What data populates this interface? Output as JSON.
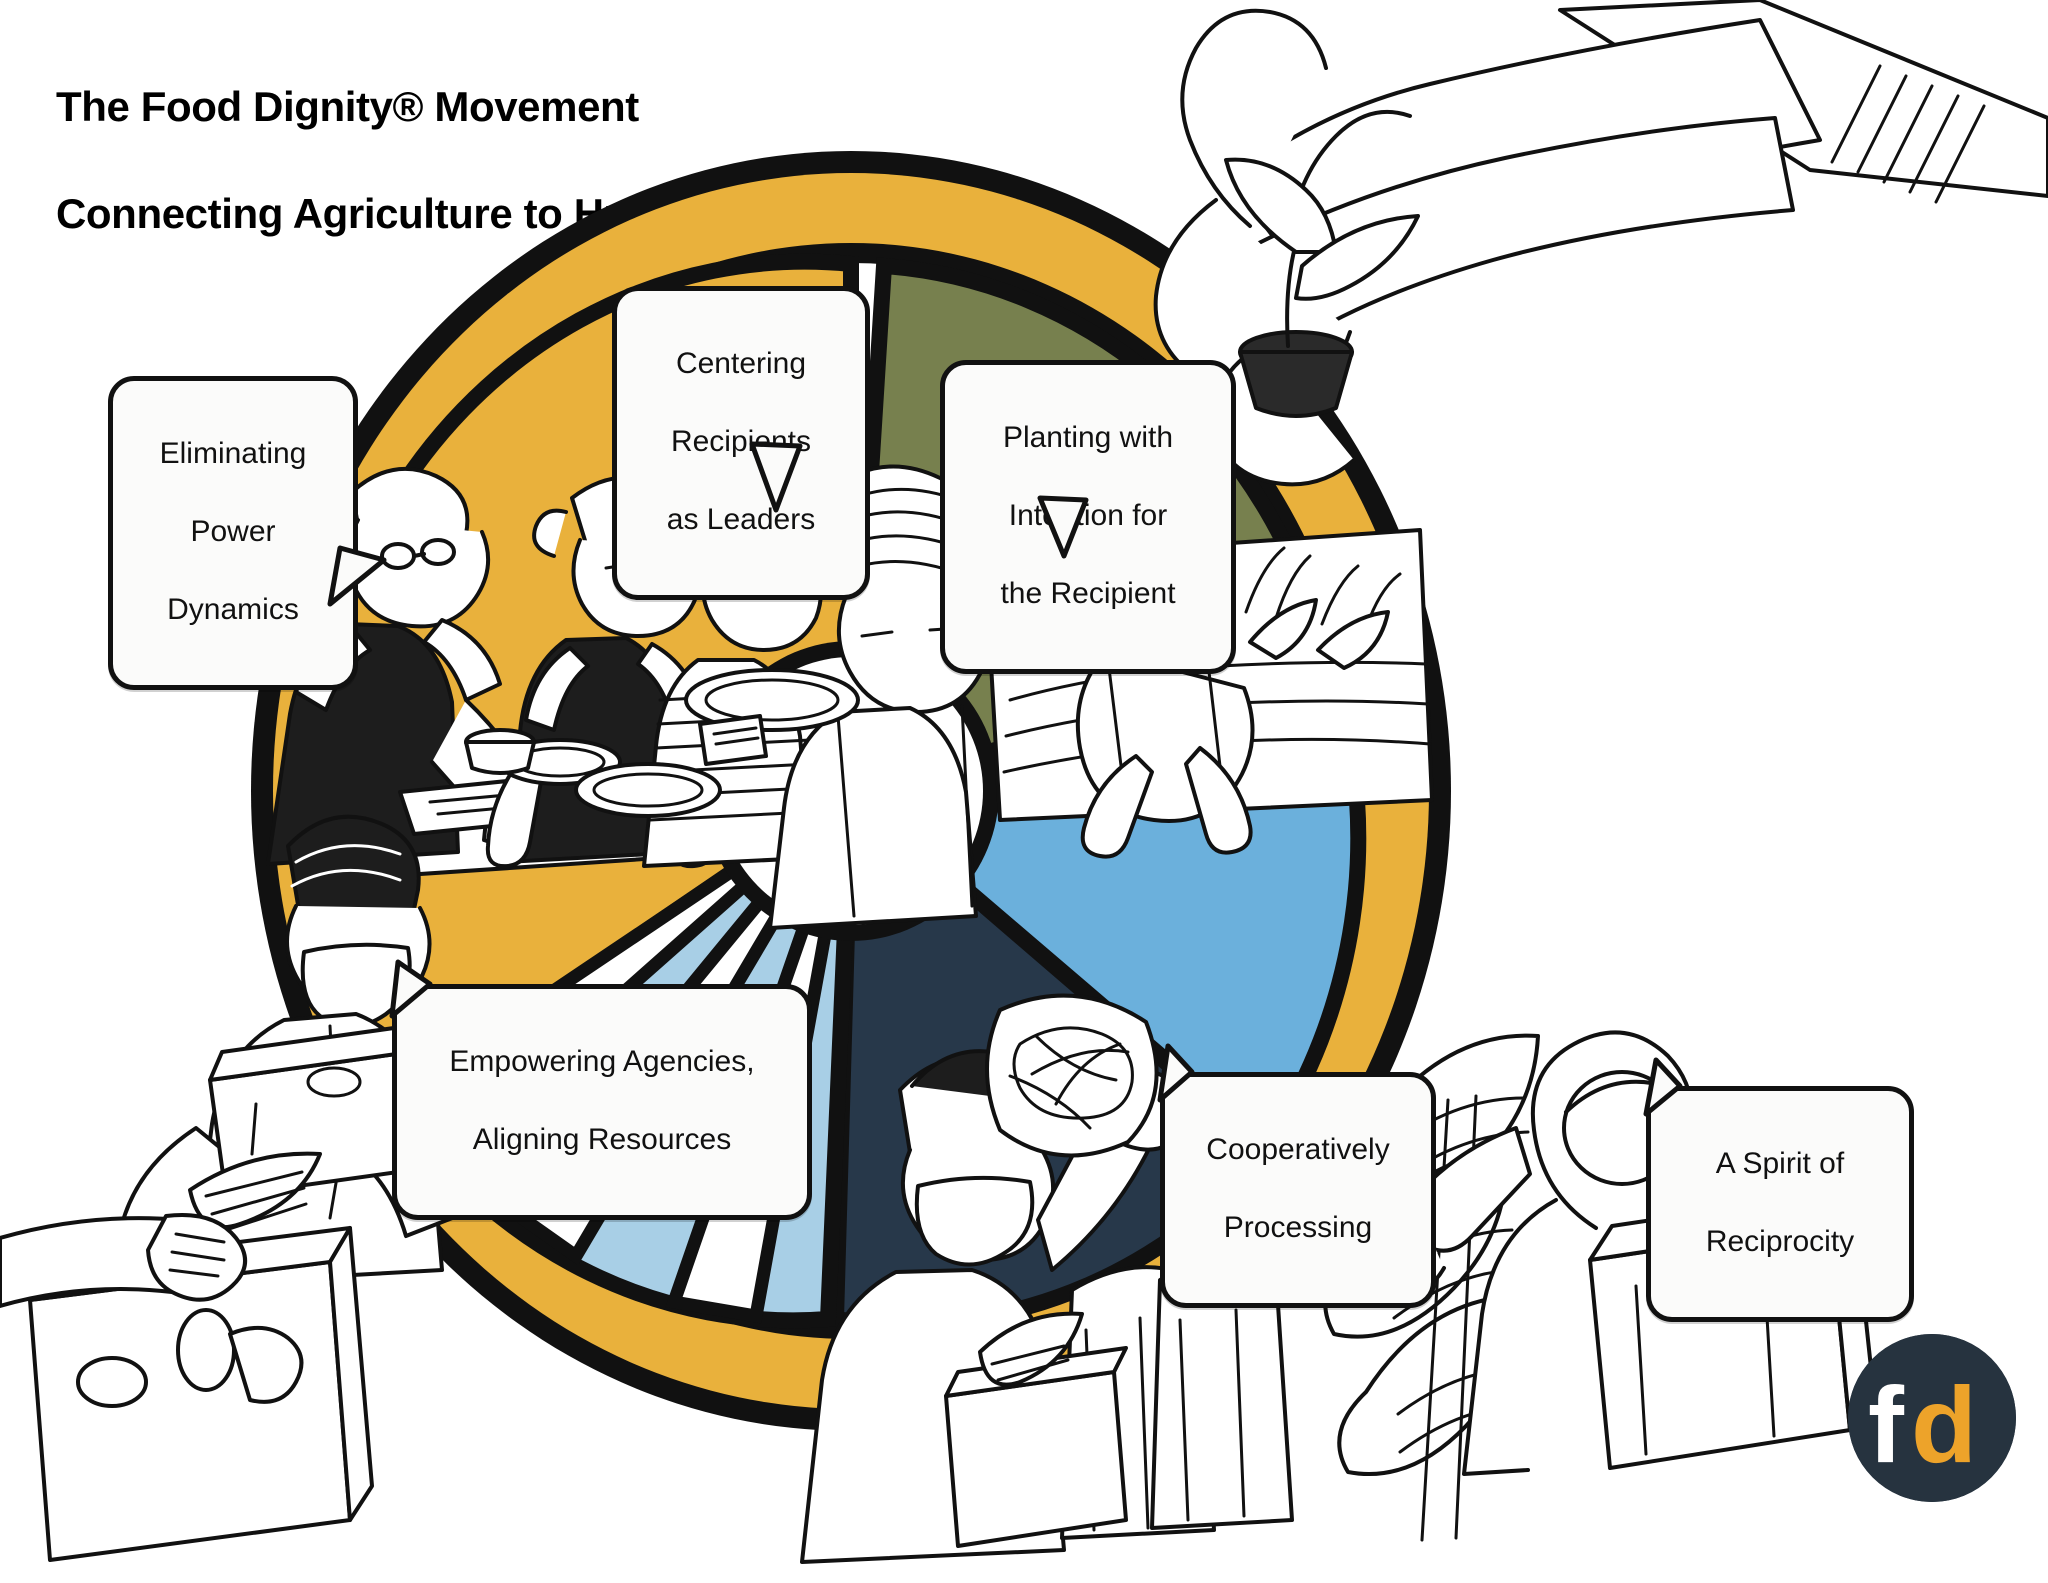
{
  "header": {
    "title_line1": "The Food Dignity® Movement",
    "title_line2": "Connecting Agriculture to Human Health"
  },
  "logo": {
    "name": "food-dignity-logo",
    "letter_f": "f",
    "letter_d": "d",
    "circle_color": "#26333f",
    "f_color": "#ffffff",
    "d_color": "#eda32a"
  },
  "wheel": {
    "hub_color": "#ffffff",
    "outline_color": "#111111",
    "outer_ring_color": "#e9b13c",
    "segments": [
      {
        "name": "centering-recipients-segment",
        "color": "#e9b13c",
        "label": "Centering Recipients as Leaders"
      },
      {
        "name": "planting-with-intention-segment",
        "color": "#77804e",
        "label": "Planting with Intention for the Recipient"
      },
      {
        "name": "cooperatively-processing-upper-segment",
        "color": "#6bb0dc",
        "label": "Cooperatively Processing"
      },
      {
        "name": "cooperatively-processing-segment",
        "color": "#27384a",
        "label": "Cooperatively Processing"
      },
      {
        "name": "empowering-agencies-segment",
        "color": "#a8cfe6",
        "label": "Empowering Agencies, Aligning Resources"
      }
    ]
  },
  "callouts": [
    {
      "name": "callout-eliminating-power-dynamics",
      "lines": [
        "Eliminating",
        "Power",
        "Dynamics"
      ],
      "line1": "Eliminating",
      "line2": "Power",
      "line3": "Dynamics"
    },
    {
      "name": "callout-centering-recipients",
      "lines": [
        "Centering",
        "Recipients",
        "as Leaders"
      ],
      "line1": "Centering",
      "line2": "Recipients",
      "line3": "as Leaders"
    },
    {
      "name": "callout-planting-with-intention",
      "lines": [
        "Planting with",
        "Intention for",
        "the Recipient"
      ],
      "line1": "Planting with",
      "line2": "Intention for",
      "line3": "the Recipient"
    },
    {
      "name": "callout-empowering-agencies",
      "lines": [
        "Empowering Agencies,",
        "Aligning Resources"
      ],
      "line1": "Empowering Agencies,",
      "line2": "Aligning Resources"
    },
    {
      "name": "callout-cooperatively-processing",
      "lines": [
        "Cooperatively",
        "Processing"
      ],
      "line1": "Cooperatively",
      "line2": "Processing"
    },
    {
      "name": "callout-spirit-of-reciprocity",
      "lines": [
        "A Spirit of",
        "Reciprocity"
      ],
      "line1": "A Spirit of",
      "line2": "Reciprocity"
    }
  ],
  "illustrations": [
    {
      "name": "illustration-volunteers-cooking",
      "description": "Volunteers in aprons and hats preparing food at a table"
    },
    {
      "name": "illustration-hands-planting-seedling",
      "description": "Two hands holding a potted seedling"
    },
    {
      "name": "illustration-farmer-in-field",
      "description": "Farmer harvesting crops in a field"
    },
    {
      "name": "illustration-packing-produce-boxes",
      "description": "Person packing boxes of produce"
    },
    {
      "name": "illustration-bagging-greens",
      "description": "Masked worker bagging greens into sacks"
    },
    {
      "name": "illustration-kale-and-crate",
      "description": "Leafy kale beside a crate of goods being carried"
    }
  ]
}
